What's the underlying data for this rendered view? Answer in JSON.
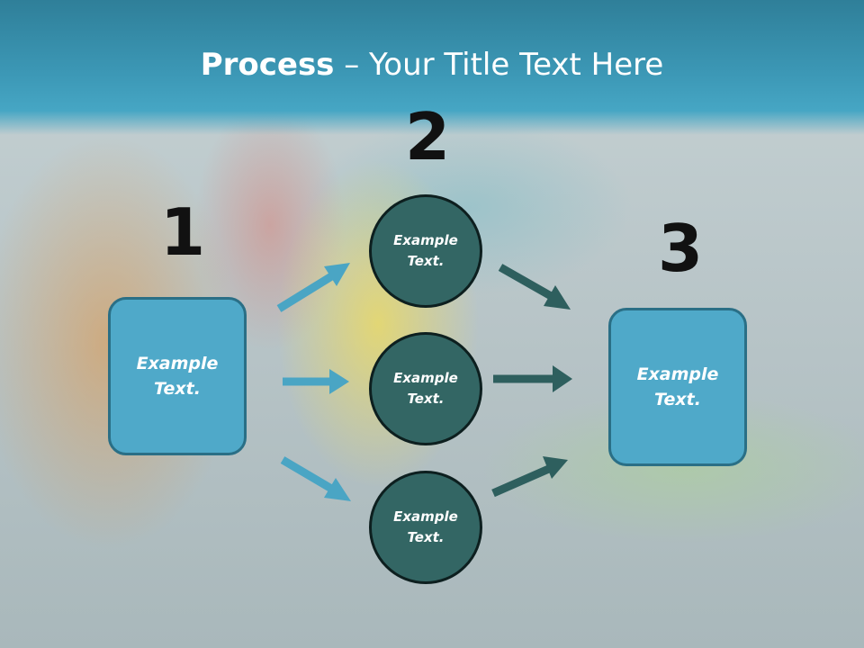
{
  "slide": {
    "title_bold": "Process",
    "title_rest": " – Your Title Text Here"
  },
  "steps": [
    {
      "number": "1",
      "text": "Example Text."
    },
    {
      "number": "2",
      "text": "Example Text."
    },
    {
      "number": "3",
      "text": "Example Text."
    }
  ],
  "circles": [
    {
      "text": "Example Text."
    },
    {
      "text": "Example Text."
    },
    {
      "text": "Example Text."
    }
  ],
  "colors": {
    "title_band": "#3c98b6",
    "box_fill": "#4fa9c9",
    "circle_fill": "#336664",
    "arrow_light": "#4aa5c4",
    "arrow_dark": "#2e5f5e"
  }
}
